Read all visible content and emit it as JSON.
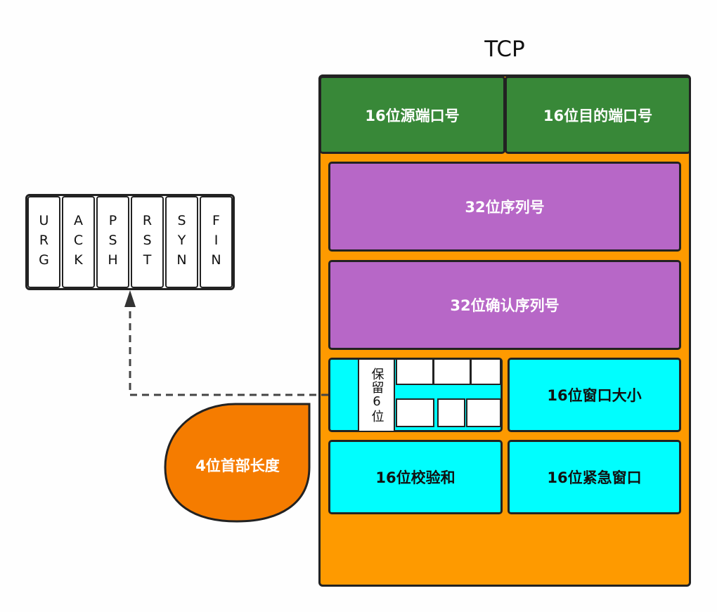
{
  "title": "TCP",
  "fields": {
    "src_port": "16位源端口号",
    "dst_port": "16位目的端口号",
    "seq": "32位序列号",
    "ack": "32位确认序列号",
    "reserved": "保留6位",
    "window": "16位窗口大小",
    "checksum": "16位校验和",
    "urgent": "16位紧急窗口"
  },
  "header_length": "4位首部长度",
  "flags": [
    "URG",
    "ACK",
    "PSH",
    "RST",
    "SYN",
    "FIN"
  ],
  "colors": {
    "tcp_box": "#fe9a00",
    "port_fields": "#388838",
    "sequence_fields": "#b767c7",
    "cyan_fields": "#00fefe",
    "header_length_bubble": "#f57c00",
    "outline": "#222222"
  }
}
